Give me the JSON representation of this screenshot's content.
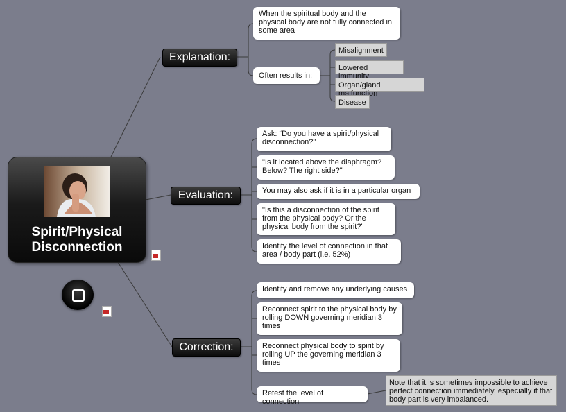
{
  "central": {
    "title": "Spirit/Physical Disconnection"
  },
  "explanation": {
    "label": "Explanation:",
    "definition": "When the spiritual body and the physical body are not fully connected in some area",
    "results_label": "Often results in:",
    "results": [
      "Misalignment",
      "Lowered immunity",
      "Organ/gland malfunction",
      "Disease"
    ]
  },
  "evaluation": {
    "label": "Evaluation:",
    "items": [
      "Ask: “Do you have a spirit/physical disconnection?\"",
      "\"Is it located above the diaphragm? Below? The right side?\"",
      "You may also ask if it is in a particular organ",
      "\"Is this a disconnection of the spirit from the physical body? Or the physical body from the spirit?\"",
      "Identify the level of connection in that area / body part (i.e. 52%)"
    ]
  },
  "correction": {
    "label": "Correction:",
    "items": [
      "Identify and remove any underlying causes",
      "Reconnect spirit to the physical body by rolling DOWN governing meridian 3 times",
      "Reconnect physical body to spirit by rolling UP the governing meridian 3 times",
      "Retest the level of connection"
    ],
    "note": "Note that it is sometimes impossible to achieve perfect connection immediately, especially if that body part is very imbalanced."
  }
}
